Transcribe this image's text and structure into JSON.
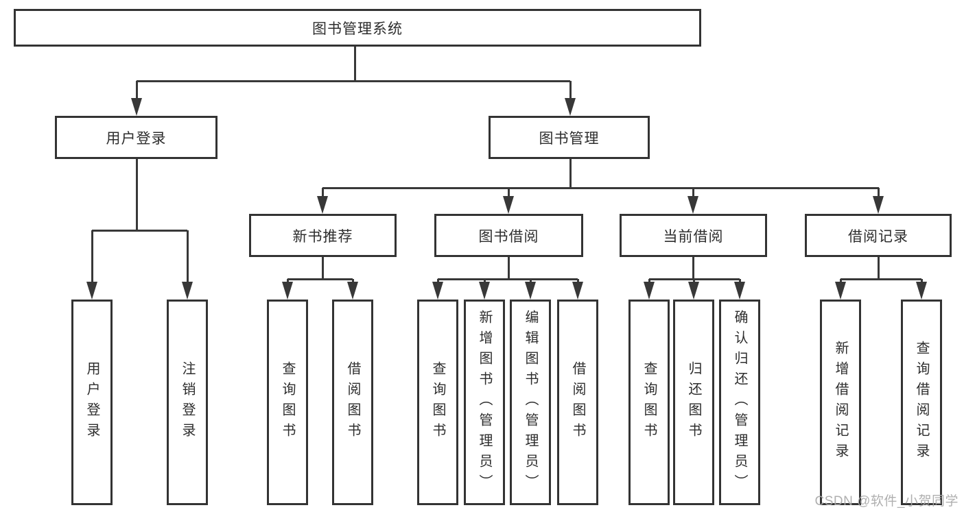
{
  "diagram": {
    "root": {
      "label": "图书管理系统",
      "children": [
        {
          "label": "用户登录",
          "children": [
            {
              "label": "用户登录"
            },
            {
              "label": "注销登录"
            }
          ]
        },
        {
          "label": "图书管理",
          "children": [
            {
              "label": "新书推荐",
              "children": [
                {
                  "label": "查询图书"
                },
                {
                  "label": "借阅图书"
                }
              ]
            },
            {
              "label": "图书借阅",
              "children": [
                {
                  "label": "查询图书"
                },
                {
                  "label": "新增图书（管理员）"
                },
                {
                  "label": "编辑图书（管理员）"
                },
                {
                  "label": "借阅图书"
                }
              ]
            },
            {
              "label": "当前借阅",
              "children": [
                {
                  "label": "查询图书"
                },
                {
                  "label": "归还图书"
                },
                {
                  "label": "确认归还（管理员）"
                }
              ]
            },
            {
              "label": "借阅记录",
              "children": [
                {
                  "label": "新增借阅记录"
                },
                {
                  "label": "查询借阅记录"
                }
              ]
            }
          ]
        }
      ]
    }
  },
  "watermark": {
    "text": "CSDN @软件_小贺同学"
  },
  "colors": {
    "line": "#383838",
    "border": "#333333",
    "text": "#2d2d2d",
    "watermark": "#a9a9a9",
    "background": "#ffffff"
  }
}
